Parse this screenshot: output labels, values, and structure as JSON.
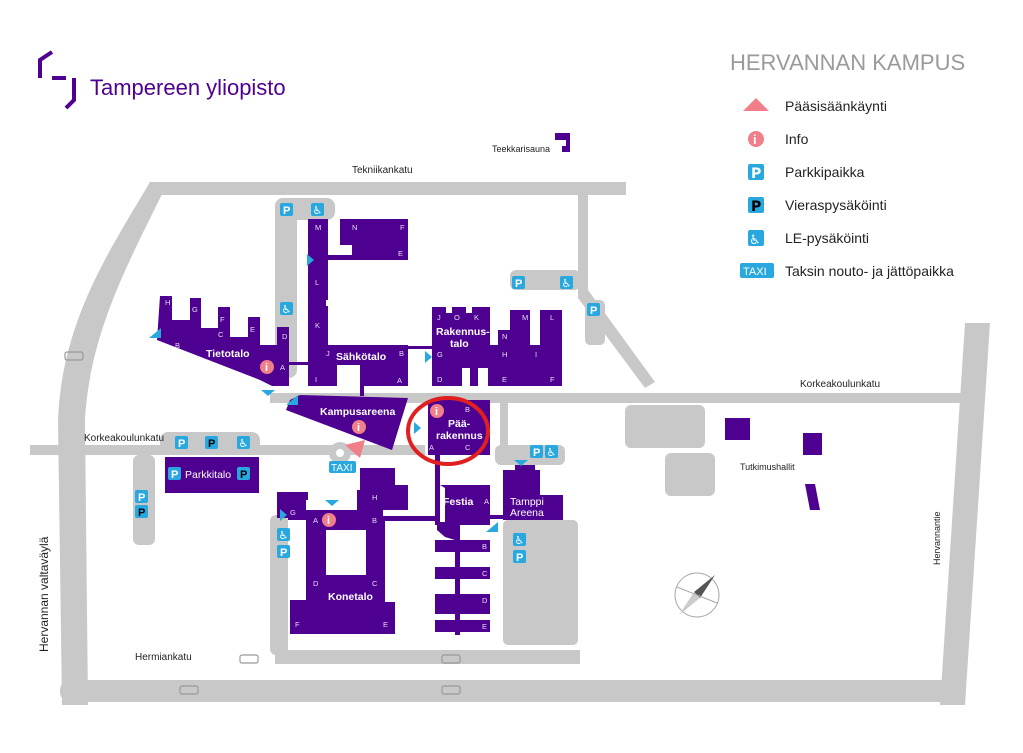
{
  "logo": {
    "text": "Tampereen yliopisto"
  },
  "title": "HERVANNAN KAMPUS",
  "colors": {
    "building": "#4e0090",
    "road": "#c8c8c8",
    "accent_blue": "#29a8e0",
    "info_pink": "#f07f8a",
    "highlight_red": "#e02020"
  },
  "legend": [
    {
      "icon": "main-entrance-triangle-icon",
      "label": "Pääsisäänkäynti"
    },
    {
      "icon": "info-icon",
      "label": "Info"
    },
    {
      "icon": "parking-icon",
      "label": "Parkkipaikka"
    },
    {
      "icon": "visitor-parking-icon",
      "label": "Vieraspysäköinti"
    },
    {
      "icon": "accessible-parking-icon",
      "label": "LE-pysäköinti"
    },
    {
      "icon": "taxi-icon",
      "label": "Taksin nouto- ja jättöpaikka",
      "badge": "TAXI"
    }
  ],
  "streets": {
    "tekniikankatu": "Tekniikankatu",
    "korkeakoulunkatu_east": "Korkeakoulunkatu",
    "korkeakoulunkatu_west": "Korkeakoulunkatu",
    "hermiankatu": "Hermiankatu",
    "hervannan_valtavayla": "Hervannan valtaväylä",
    "hervannantie": "Hervannantie"
  },
  "places": {
    "teekkarisauna": "Teekkarisauna",
    "tutkimushallit": "Tutkimushallit",
    "parkkitalo": "Parkkitalo",
    "taxi": "TAXI"
  },
  "buildings": {
    "tietotalo": {
      "name": "Tietotalo",
      "wings": [
        "H",
        "G",
        "F",
        "E",
        "D",
        "C",
        "B",
        "A"
      ]
    },
    "sahkotalo": {
      "name": "Sähkötalo",
      "wings": [
        "M",
        "N",
        "F",
        "E",
        "L",
        "K",
        "J",
        "I",
        "B",
        "A"
      ]
    },
    "rakennustalo": {
      "name_1": "Rakennus-",
      "name_2": "talo",
      "wings": [
        "J",
        "O",
        "K",
        "M",
        "L",
        "N",
        "G",
        "H",
        "I",
        "D",
        "E",
        "F"
      ]
    },
    "kampusareena": {
      "name": "Kampusareena"
    },
    "paarakennus": {
      "name_1": "Pää-",
      "name_2": "rakennus",
      "wings": [
        "B",
        "A",
        "C"
      ],
      "highlighted": true
    },
    "konetalo": {
      "name": "Konetalo",
      "wings": [
        "G",
        "A",
        "H",
        "B",
        "D",
        "C",
        "F",
        "E"
      ]
    },
    "festia": {
      "name": "Festia",
      "wings": [
        "A",
        "B",
        "C",
        "D",
        "E"
      ]
    },
    "tamppi_areena": {
      "name_1": "Tamppi",
      "name_2": "Areena"
    }
  }
}
